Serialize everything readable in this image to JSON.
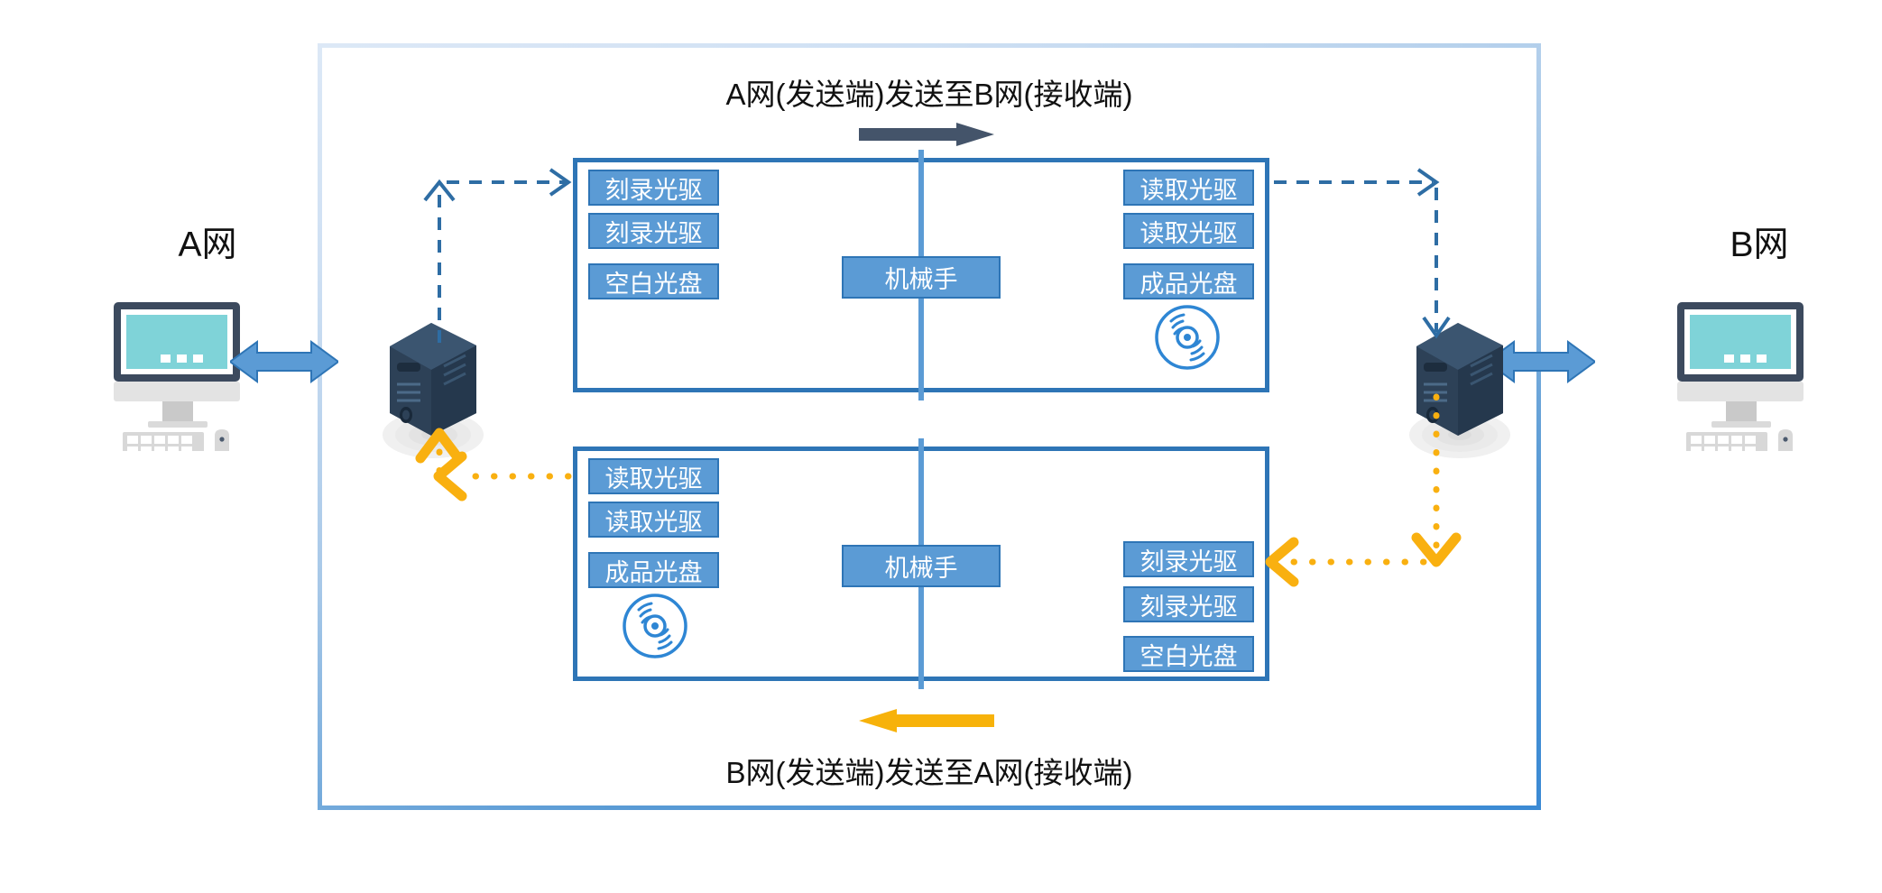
{
  "diagram": {
    "title_top": "A网(发送端)发送至B网(接收端)",
    "title_bottom": "B网(发送端)发送至A网(接收端)",
    "colors": {
      "slot_fill": "#5b9bd5",
      "slot_border": "#2e75b6",
      "outer_border_light": "#cfe0f3",
      "outer_border_strong": "#3b8ad4",
      "flow_arrow_top": "#44546a",
      "flow_arrow_bottom": "#f7b20a",
      "dashed_connector": "#2e6da4",
      "dotted_connector": "#f9b010",
      "double_arrow": "#5b9bd5",
      "server_body": "#2d4157",
      "screen": "#7fd3d8"
    }
  },
  "endpoints": {
    "left": {
      "label": "A网",
      "icon": "desktop-computer-icon"
    },
    "right": {
      "label": "B网",
      "icon": "desktop-computer-icon"
    }
  },
  "servers": {
    "left": {
      "icon": "server-tower-icon"
    },
    "right": {
      "icon": "server-tower-icon"
    }
  },
  "top_unit": {
    "robot_label": "机械手",
    "left_slots": [
      {
        "label": "刻录光驱"
      },
      {
        "label": "刻录光驱"
      },
      {
        "label": "空白光盘"
      }
    ],
    "right_slots": [
      {
        "label": "读取光驱"
      },
      {
        "label": "读取光驱"
      },
      {
        "label": "成品光盘"
      }
    ],
    "disc_side": "right",
    "disc_icon": "optical-disc-icon"
  },
  "bottom_unit": {
    "robot_label": "机械手",
    "left_slots": [
      {
        "label": "读取光驱"
      },
      {
        "label": "读取光驱"
      },
      {
        "label": "成品光盘"
      }
    ],
    "right_slots": [
      {
        "label": "刻录光驱"
      },
      {
        "label": "刻录光驱"
      },
      {
        "label": "空白光盘"
      }
    ],
    "disc_side": "left",
    "disc_icon": "optical-disc-icon"
  },
  "flow_arrows": {
    "top": {
      "direction": "right",
      "icon": "arrow-right-icon"
    },
    "bottom": {
      "direction": "left",
      "icon": "arrow-left-icon"
    }
  },
  "connectors": {
    "top_path_style": "dashed",
    "bottom_path_style": "dotted",
    "left_exchange_icon": "double-headed-arrow-icon",
    "right_exchange_icon": "double-headed-arrow-icon"
  }
}
